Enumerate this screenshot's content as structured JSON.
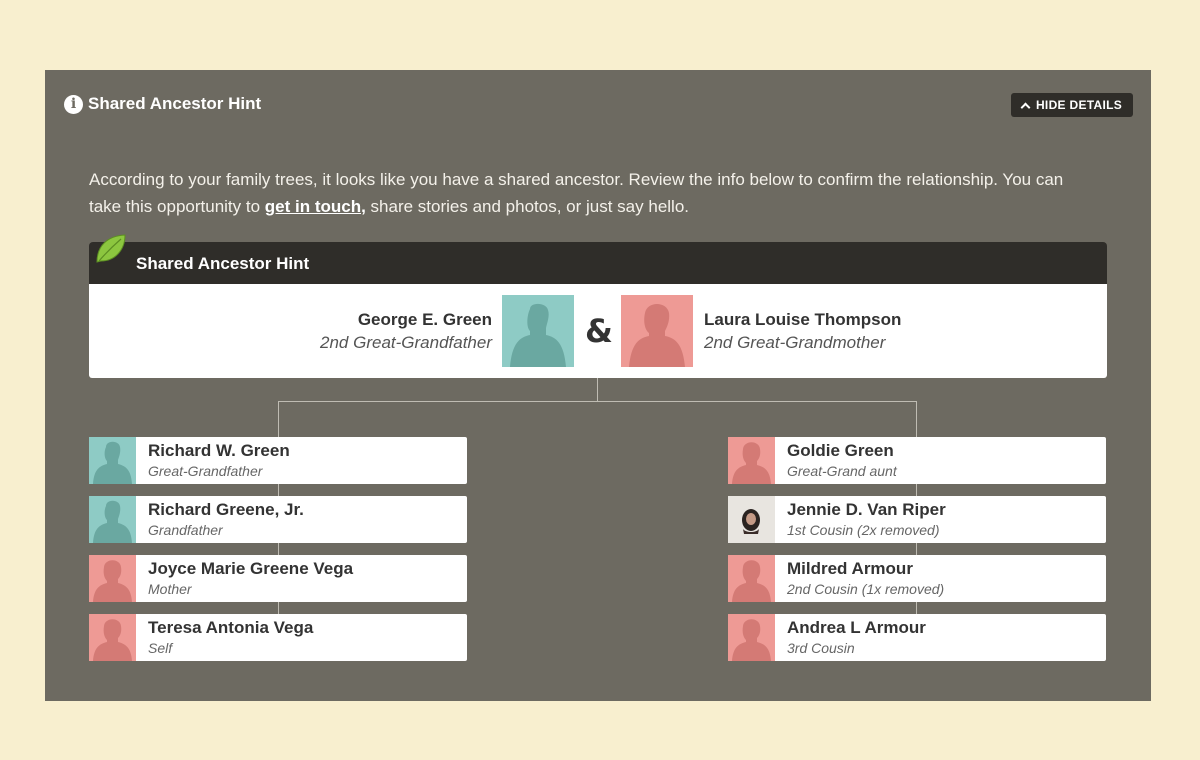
{
  "panel": {
    "title": "Shared Ancestor Hint",
    "hide_button": "HIDE DETAILS",
    "intro_before": "According to your family trees, it looks like you have a shared ancestor. Review the info below to confirm the relationship. You can take this opportunity to ",
    "intro_link": "get in touch,",
    "intro_after": " share stories and photos, or just say hello."
  },
  "hint": {
    "title": "Shared Ancestor Hint",
    "ampersand": "&",
    "ancestor_left": {
      "name": "George E. Green",
      "relation": "2nd Great-Grandfather"
    },
    "ancestor_right": {
      "name": "Laura Louise Thompson",
      "relation": "2nd Great-Grandmother"
    }
  },
  "left_chain": [
    {
      "name": "Richard W. Green",
      "relation": "Great-Grandfather",
      "gender": "male"
    },
    {
      "name": "Richard Greene, Jr.",
      "relation": "Grandfather",
      "gender": "male"
    },
    {
      "name": "Joyce Marie Greene Vega",
      "relation": "Mother",
      "gender": "female"
    },
    {
      "name": "Teresa Antonia Vega",
      "relation": "Self",
      "gender": "female"
    }
  ],
  "right_chain": [
    {
      "name": "Goldie Green",
      "relation": "Great-Grand aunt",
      "gender": "female"
    },
    {
      "name": "Jennie D. Van Riper",
      "relation": "1st Cousin (2x removed)",
      "gender": "photo"
    },
    {
      "name": "Mildred Armour",
      "relation": "2nd Cousin (1x removed)",
      "gender": "female"
    },
    {
      "name": "Andrea L Armour",
      "relation": "3rd Cousin",
      "gender": "female"
    }
  ],
  "colors": {
    "male": "#8ecbc5",
    "female": "#ee9a95",
    "panel": "#6d6a61",
    "dark_bar": "#2f2d29"
  }
}
